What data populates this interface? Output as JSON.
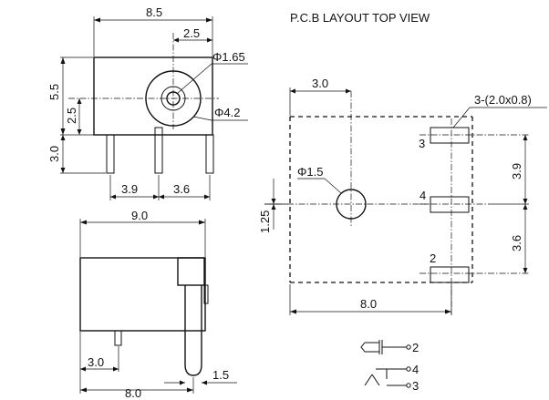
{
  "pcb_title": "P.C.B LAYOUT   TOP VIEW",
  "side_view": {
    "dim_width": "8.5",
    "dim_top_offset": "2.5",
    "dim_inner_dia": "Φ1.65",
    "dim_outer_dia": "Φ4.2",
    "dim_height": "5.5",
    "dim_center_height": "2.5",
    "dim_pin_length": "3.0",
    "dim_pin_spacing_1": "3.9",
    "dim_pin_spacing_2": "3.6"
  },
  "front_view": {
    "dim_width": "9.0",
    "dim_pin_offset": "3.0",
    "dim_length": "8.0",
    "dim_pin_thickness": "1.5"
  },
  "pcb_layout": {
    "dim_hole_offset": "3.0",
    "dim_slot_size": "3-(2.0x0.8)",
    "dim_hole_dia": "Φ1.5",
    "dim_hole_y": "1.25",
    "dim_pad_spacing_1": "3.9",
    "dim_pad_spacing_2": "3.6",
    "dim_width": "8.0",
    "pad_3": "3",
    "pad_4": "4",
    "pad_2": "2"
  },
  "schematic": {
    "pin_2": "2",
    "pin_4": "4",
    "pin_3": "3"
  }
}
